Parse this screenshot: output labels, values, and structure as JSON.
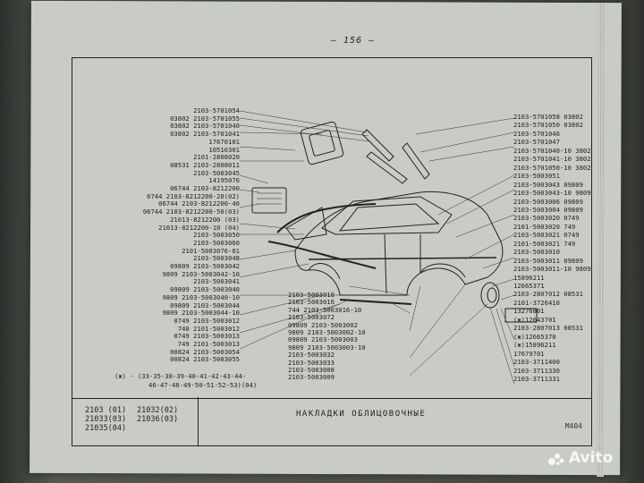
{
  "page_number": "— 156 —",
  "footer": {
    "models": [
      "2103 (01)",
      "21032(02)",
      "21033(03)",
      "21036(03)",
      "21035(04)"
    ],
    "title": "НАКЛАДКИ ОБЛИЦОВОЧНЫЕ",
    "code": "М404"
  },
  "note": {
    "line1": "(ж) - (33-35-38-39-40-41-42-43-44-",
    "line2": "46-47-48-49-50-51-52-53)(04)"
  },
  "labels_left": [
    "2103-5701054",
    "03802 2103-5701055",
    "03802 2103-5701040",
    "03802 2103-5701041",
    "17670101",
    "10510301",
    "2101-2808020",
    "08531 2103-2808011",
    "2103-5003045",
    "14195076",
    "06744 2103-8212200",
    "6744 2103-8212200-20(02)",
    "06744 2103-8212200-40",
    "06744 2103-8212200-50(03)",
    "21013-8212200 (03)",
    "21013-8212200-10 (04)",
    "2103-5003050",
    "2103-5003060",
    "2101-5003076-01",
    "2103-5003048",
    "09809 2103-5003042",
    "9809 2103-5003042-10",
    "2103-5003041",
    "09809 2103-5003040",
    "9809 2103-5003040-10",
    "09809 2103-5003044",
    "9809 2103-5003044-10",
    "0749 2103-5003012",
    "740 2101-5003012",
    "0749 2103-5003013",
    "749 2101-5003013",
    "00824 2103-5003054",
    "00824 2103-5003055"
  ],
  "labels_center": [
    "2103-5003018",
    "2103-5003016",
    "744 2103-5003016-10",
    "2103-5003072",
    "09809 2103-5003002",
    "9809 2103-5003002-10",
    "09809 2103-5003003",
    "9809 2103-5003003-10",
    "2103-5003032",
    "2103-5003033",
    "2103-5003008",
    "2103-5003009"
  ],
  "labels_right": [
    "2103-5701058 03802",
    "2103-5701050 03802",
    "2103-5701046",
    "2103-5701047",
    "2103-5701040-10 3802",
    "2103-5701041-10 3802",
    "2103-5701050-10 3802",
    "2103-5003051",
    "2103-5003043 09809",
    "2103-5003043-10 9809",
    "2103-5003006 09809",
    "2103-5003004 09809",
    "2103-5003020 0749",
    "2101-5003020 749",
    "2103-5003021 0749",
    "2101-5003021 749",
    "2103-5003010",
    "2103-5003011 09809",
    "2103-5003011-10 9809",
    "15896211",
    "12665371",
    "2103-2807012 08531",
    "2101-3726410",
    "13276801",
    "(ж)12643701",
    "2103-2807013 08531",
    "(ж)12665370",
    "(ж)15896211",
    "17679701",
    "2103-3711400",
    "2103-3711330",
    "2103-3711331"
  ],
  "watermark": "Avito"
}
